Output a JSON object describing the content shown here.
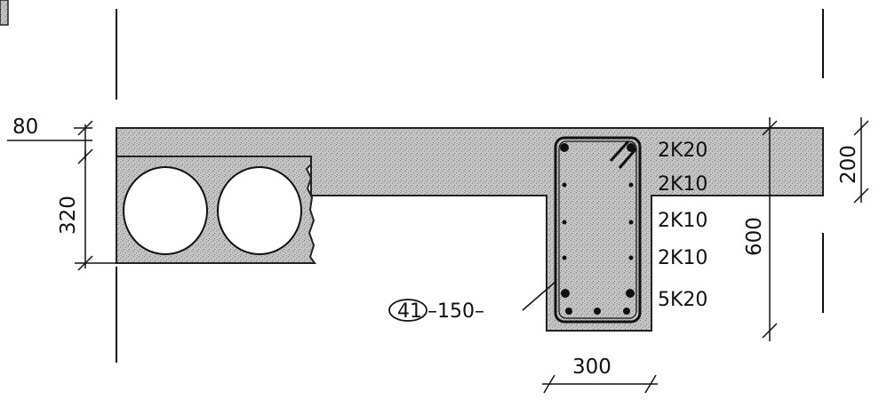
{
  "dimensions": {
    "slab_offset": "80",
    "hollowcore_height": "320",
    "slab_thickness": "200",
    "beam_depth": "600",
    "beam_width": "300"
  },
  "reinforcement": {
    "row1": "2K20",
    "row2": "2K10",
    "row3": "2K10",
    "row4": "2K10",
    "row5": "5K20"
  },
  "stirrup": {
    "mark": "41",
    "spacing": "–150–"
  },
  "colors": {
    "concrete": "#bdbdbd",
    "line": "#111111"
  }
}
